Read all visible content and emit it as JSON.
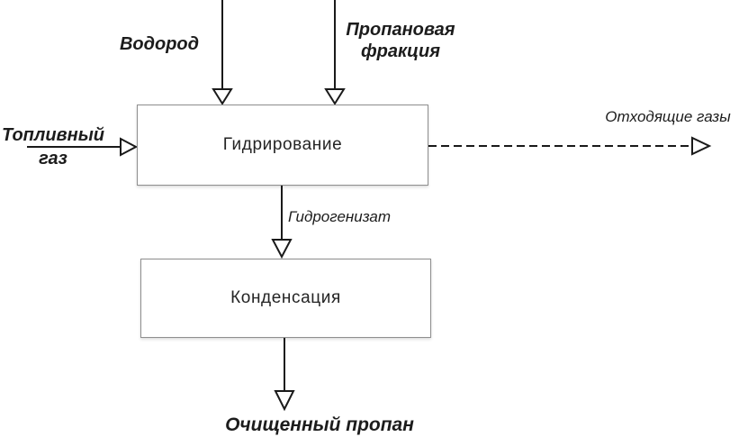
{
  "diagram": {
    "type": "process-flow",
    "process_boxes": [
      {
        "id": "hydrogenation",
        "label": "Гидрирование"
      },
      {
        "id": "condensation",
        "label": "Конденсация"
      }
    ],
    "stream_labels": {
      "hydrogen": "Водород",
      "propane_fraction": "Пропановая\nфракция",
      "fuel_gas": "Топливный\nгаз",
      "off_gases": "Отходящие газы",
      "hydrogenate": "Гидрогенизат",
      "purified_propane": "Очищенный пропан"
    },
    "arrows": [
      {
        "name": "hydrogen-feed",
        "from": "Водород",
        "to": "Гидрирование",
        "style": "solid",
        "direction": "down"
      },
      {
        "name": "propane-fraction-feed",
        "from": "Пропановая фракция",
        "to": "Гидрирование",
        "style": "solid",
        "direction": "down"
      },
      {
        "name": "fuel-gas-feed",
        "from": "Топливный газ",
        "to": "Гидрирование",
        "style": "solid",
        "direction": "right"
      },
      {
        "name": "off-gases-out",
        "from": "Гидрирование",
        "to": "Отходящие газы",
        "style": "dashed",
        "direction": "right"
      },
      {
        "name": "hydrogenate-stream",
        "from": "Гидрирование",
        "to": "Конденсация",
        "style": "solid",
        "direction": "down"
      },
      {
        "name": "purified-propane-out",
        "from": "Конденсация",
        "to": "Очищенный пропан",
        "style": "solid",
        "direction": "down"
      }
    ],
    "colors": {
      "line": "#1a1a1a",
      "box_border": "#8f8f8f",
      "text": "#1c1c1c",
      "background": "#ffffff"
    }
  }
}
